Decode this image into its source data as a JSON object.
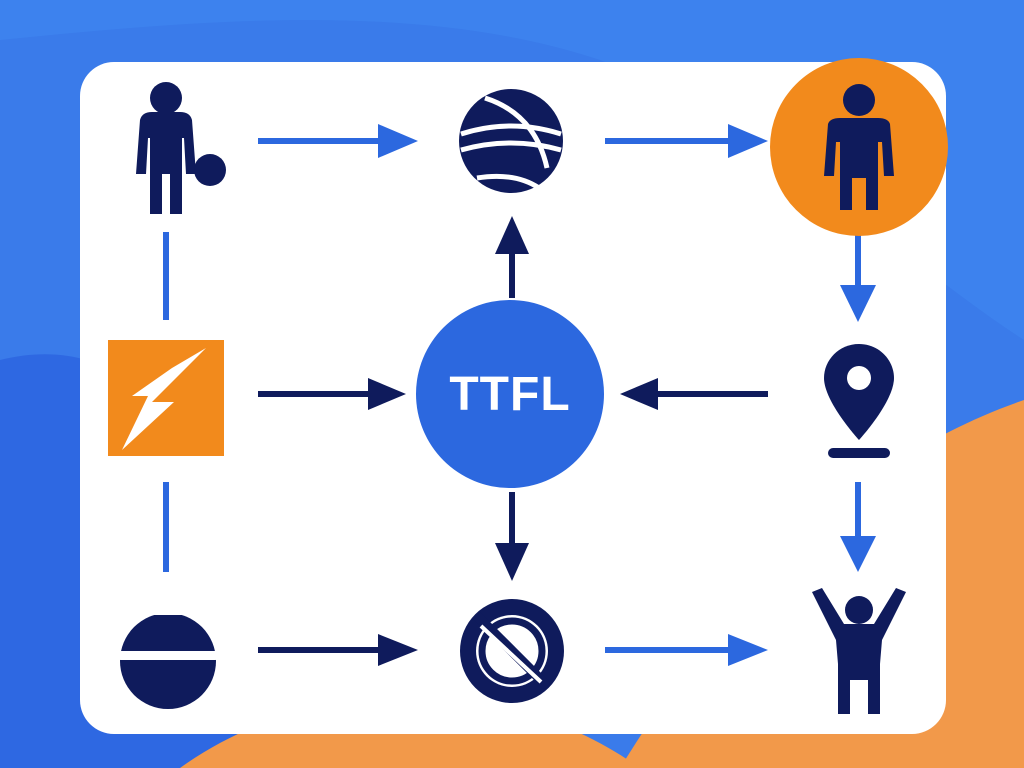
{
  "center": {
    "label": "TTFL"
  },
  "colors": {
    "navy": "#0f1b5c",
    "blue": "#2c68df",
    "orange": "#f28a1c",
    "white": "#ffffff"
  },
  "nodes": [
    {
      "id": "player-with-ball",
      "icon": "player-with-ball-icon"
    },
    {
      "id": "basketball",
      "icon": "basketball-icon"
    },
    {
      "id": "player-highlighted",
      "icon": "player-icon"
    },
    {
      "id": "energy",
      "icon": "lightning-bolt-icon"
    },
    {
      "id": "location",
      "icon": "map-pin-icon"
    },
    {
      "id": "ball-bottom-left",
      "icon": "ball-icon"
    },
    {
      "id": "no-ball",
      "icon": "prohibited-ball-icon"
    },
    {
      "id": "celebration",
      "icon": "celebrating-player-icon"
    }
  ]
}
